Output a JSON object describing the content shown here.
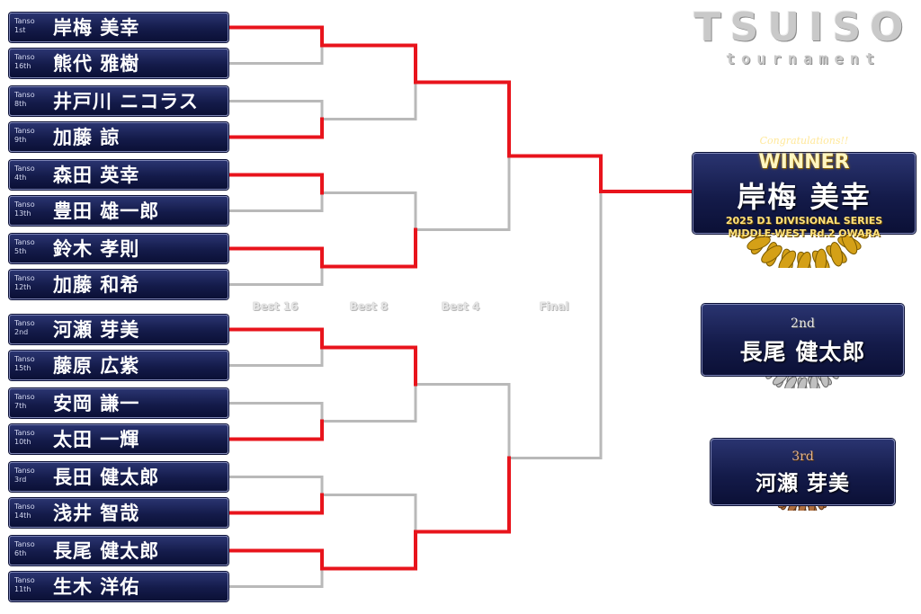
{
  "logo": {
    "title": "TSUISO",
    "subtitle": "tournament"
  },
  "rounds": [
    "Best 16",
    "Best 8",
    "Best 4",
    "Final"
  ],
  "colors": {
    "win_line": "#e8141c",
    "lose_line": "#b9b9b9",
    "box": "#141b4a",
    "gold": "#d4a017",
    "silver": "#c0c0c0",
    "bronze": "#b07040"
  },
  "entries": [
    {
      "seed_prefix": "Tanso",
      "seed_rank": "1st",
      "name": "岸梅 美幸"
    },
    {
      "seed_prefix": "Tanso",
      "seed_rank": "16th",
      "name": "熊代 雅樹"
    },
    {
      "seed_prefix": "Tanso",
      "seed_rank": "8th",
      "name": "井戸川 ニコラス"
    },
    {
      "seed_prefix": "Tanso",
      "seed_rank": "9th",
      "name": "加藤 諒"
    },
    {
      "seed_prefix": "Tanso",
      "seed_rank": "4th",
      "name": "森田 英幸"
    },
    {
      "seed_prefix": "Tanso",
      "seed_rank": "13th",
      "name": "豊田 雄一郎"
    },
    {
      "seed_prefix": "Tanso",
      "seed_rank": "5th",
      "name": "鈴木 孝則"
    },
    {
      "seed_prefix": "Tanso",
      "seed_rank": "12th",
      "name": "加藤 和希"
    },
    {
      "seed_prefix": "Tanso",
      "seed_rank": "2nd",
      "name": "河瀬 芽美"
    },
    {
      "seed_prefix": "Tanso",
      "seed_rank": "15th",
      "name": "藤原 広紫"
    },
    {
      "seed_prefix": "Tanso",
      "seed_rank": "7th",
      "name": "安岡 謙一"
    },
    {
      "seed_prefix": "Tanso",
      "seed_rank": "10th",
      "name": "太田 一輝"
    },
    {
      "seed_prefix": "Tanso",
      "seed_rank": "3rd",
      "name": "長田 健太郎"
    },
    {
      "seed_prefix": "Tanso",
      "seed_rank": "14th",
      "name": "浅井 智哉"
    },
    {
      "seed_prefix": "Tanso",
      "seed_rank": "6th",
      "name": "長尾 健太郎"
    },
    {
      "seed_prefix": "Tanso",
      "seed_rank": "11th",
      "name": "生木 洋佑"
    }
  ],
  "results": {
    "r16_winners": [
      0,
      3,
      4,
      6,
      8,
      11,
      13,
      14
    ],
    "qf_winners": [
      0,
      6,
      8,
      14
    ],
    "sf_winners": [
      0,
      14
    ],
    "final_winner": 0
  },
  "podium": {
    "congrats": "Congratulations!!",
    "winner_title": "WINNER",
    "winner_name": "岸梅 美幸",
    "event_line1": "2025 D1 DIVISIONAL SERIES",
    "event_line2": "MIDDLE-WEST Rd.2 OWARA",
    "second_label": "2nd",
    "second_name": "長尾 健太郎",
    "third_label": "3rd",
    "third_name": "河瀬 芽美"
  }
}
